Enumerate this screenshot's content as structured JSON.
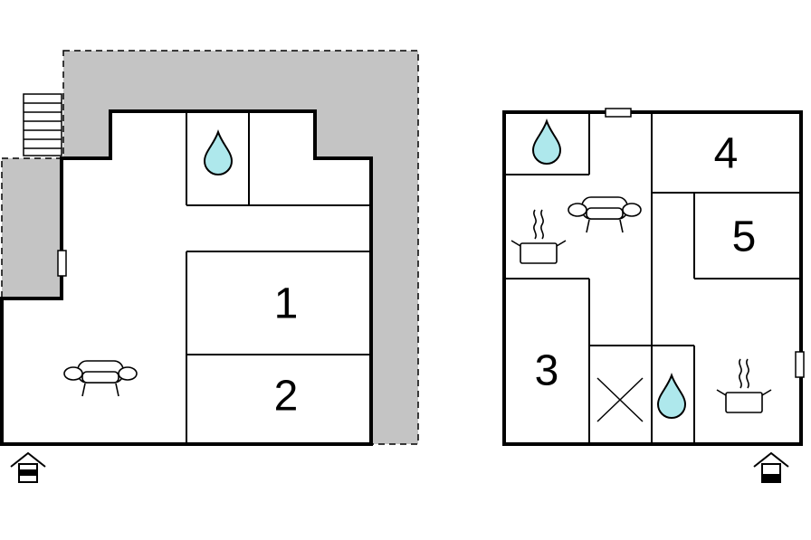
{
  "floors": [
    {
      "rooms": [
        {
          "number": "1"
        },
        {
          "number": "2"
        }
      ],
      "icons": [
        "water-drop-icon",
        "sofa-icon",
        "entrance-icon"
      ]
    },
    {
      "rooms": [
        {
          "number": "3"
        },
        {
          "number": "4"
        },
        {
          "number": "5"
        }
      ],
      "icons": [
        "water-drop-icon",
        "water-drop-icon",
        "sofa-icon",
        "cooking-pot-icon",
        "cooking-pot-icon",
        "x-mark-icon",
        "entrance-icon"
      ]
    }
  ],
  "colors": {
    "terrace": "#c4c4c4",
    "water": "#aee8ec",
    "wall": "#000000"
  }
}
